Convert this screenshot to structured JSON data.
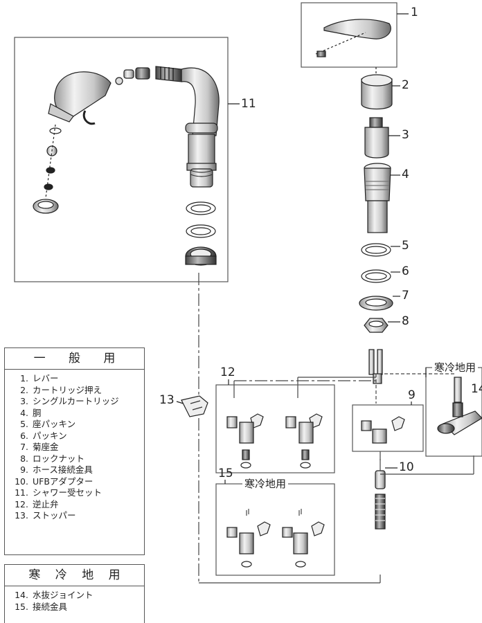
{
  "callouts": [
    "1",
    "2",
    "3",
    "4",
    "5",
    "6",
    "7",
    "8",
    "9",
    "10",
    "11",
    "12",
    "13",
    "14",
    "15"
  ],
  "frame_labels": {
    "cold_region_14": "寒冷地用",
    "cold_region_15": "寒冷地用"
  },
  "legend_general": {
    "heading": [
      "一",
      "般",
      "用"
    ],
    "items": [
      {
        "num": "1.",
        "text": "レバー"
      },
      {
        "num": "2.",
        "text": "カートリッジ押え"
      },
      {
        "num": "3.",
        "text": "シングルカートリッジ"
      },
      {
        "num": "4.",
        "text": "胴"
      },
      {
        "num": "5.",
        "text": "座パッキン"
      },
      {
        "num": "6.",
        "text": "パッキン"
      },
      {
        "num": "7.",
        "text": "菊座金"
      },
      {
        "num": "8.",
        "text": "ロックナット"
      },
      {
        "num": "9.",
        "text": "ホース接続金具"
      },
      {
        "num": "10.",
        "text": "UFBアダプター"
      },
      {
        "num": "11.",
        "text": "シャワー受セット"
      },
      {
        "num": "12.",
        "text": "逆止弁"
      },
      {
        "num": "13.",
        "text": "ストッパー"
      }
    ]
  },
  "legend_cold": {
    "heading": [
      "寒",
      "冷",
      "地",
      "用"
    ],
    "items": [
      {
        "num": "14.",
        "text": "水抜ジョイント"
      },
      {
        "num": "15.",
        "text": "接続金具"
      }
    ]
  }
}
